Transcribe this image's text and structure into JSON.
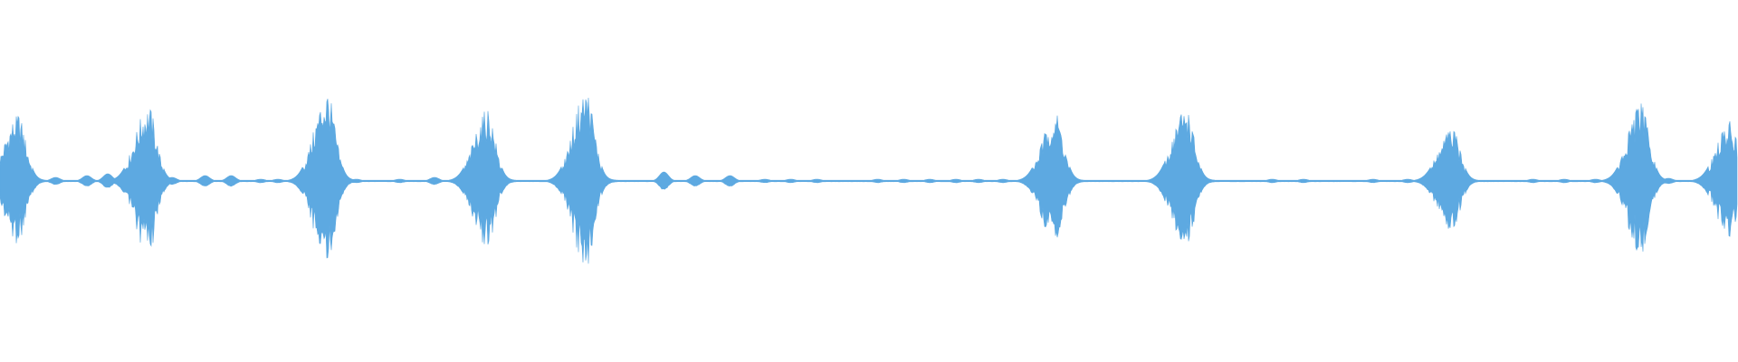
{
  "waveform": {
    "color": "#5DA9E1",
    "background": "#FFFFFF",
    "duration_units": 1,
    "bursts": [
      {
        "t": 0.01,
        "a": 0.36
      },
      {
        "t": 0.085,
        "a": 0.41
      },
      {
        "t": 0.188,
        "a": 0.48
      },
      {
        "t": 0.28,
        "a": 0.39
      },
      {
        "t": 0.337,
        "a": 0.5
      },
      {
        "t": 0.607,
        "a": 0.37
      },
      {
        "t": 0.682,
        "a": 0.41
      },
      {
        "t": 0.835,
        "a": 0.29
      },
      {
        "t": 0.944,
        "a": 0.42
      },
      {
        "t": 0.995,
        "a": 0.32
      }
    ],
    "blips": [
      {
        "t": 0.032,
        "a": 0.02
      },
      {
        "t": 0.05,
        "a": 0.03
      },
      {
        "t": 0.062,
        "a": 0.04
      },
      {
        "t": 0.099,
        "a": 0.02
      },
      {
        "t": 0.118,
        "a": 0.03
      },
      {
        "t": 0.133,
        "a": 0.03
      },
      {
        "t": 0.15,
        "a": 0.01
      },
      {
        "t": 0.16,
        "a": 0.01
      },
      {
        "t": 0.17,
        "a": 0.01
      },
      {
        "t": 0.205,
        "a": 0.01
      },
      {
        "t": 0.23,
        "a": 0.01
      },
      {
        "t": 0.25,
        "a": 0.02
      },
      {
        "t": 0.382,
        "a": 0.05
      },
      {
        "t": 0.4,
        "a": 0.03
      },
      {
        "t": 0.42,
        "a": 0.03
      },
      {
        "t": 0.44,
        "a": 0.01
      },
      {
        "t": 0.455,
        "a": 0.01
      },
      {
        "t": 0.47,
        "a": 0.01
      },
      {
        "t": 0.505,
        "a": 0.01
      },
      {
        "t": 0.52,
        "a": 0.01
      },
      {
        "t": 0.535,
        "a": 0.01
      },
      {
        "t": 0.55,
        "a": 0.01
      },
      {
        "t": 0.563,
        "a": 0.01
      },
      {
        "t": 0.577,
        "a": 0.01
      },
      {
        "t": 0.732,
        "a": 0.01
      },
      {
        "t": 0.75,
        "a": 0.01
      },
      {
        "t": 0.79,
        "a": 0.01
      },
      {
        "t": 0.81,
        "a": 0.01
      },
      {
        "t": 0.882,
        "a": 0.01
      },
      {
        "t": 0.9,
        "a": 0.01
      },
      {
        "t": 0.918,
        "a": 0.01
      },
      {
        "t": 0.96,
        "a": 0.015
      }
    ]
  }
}
